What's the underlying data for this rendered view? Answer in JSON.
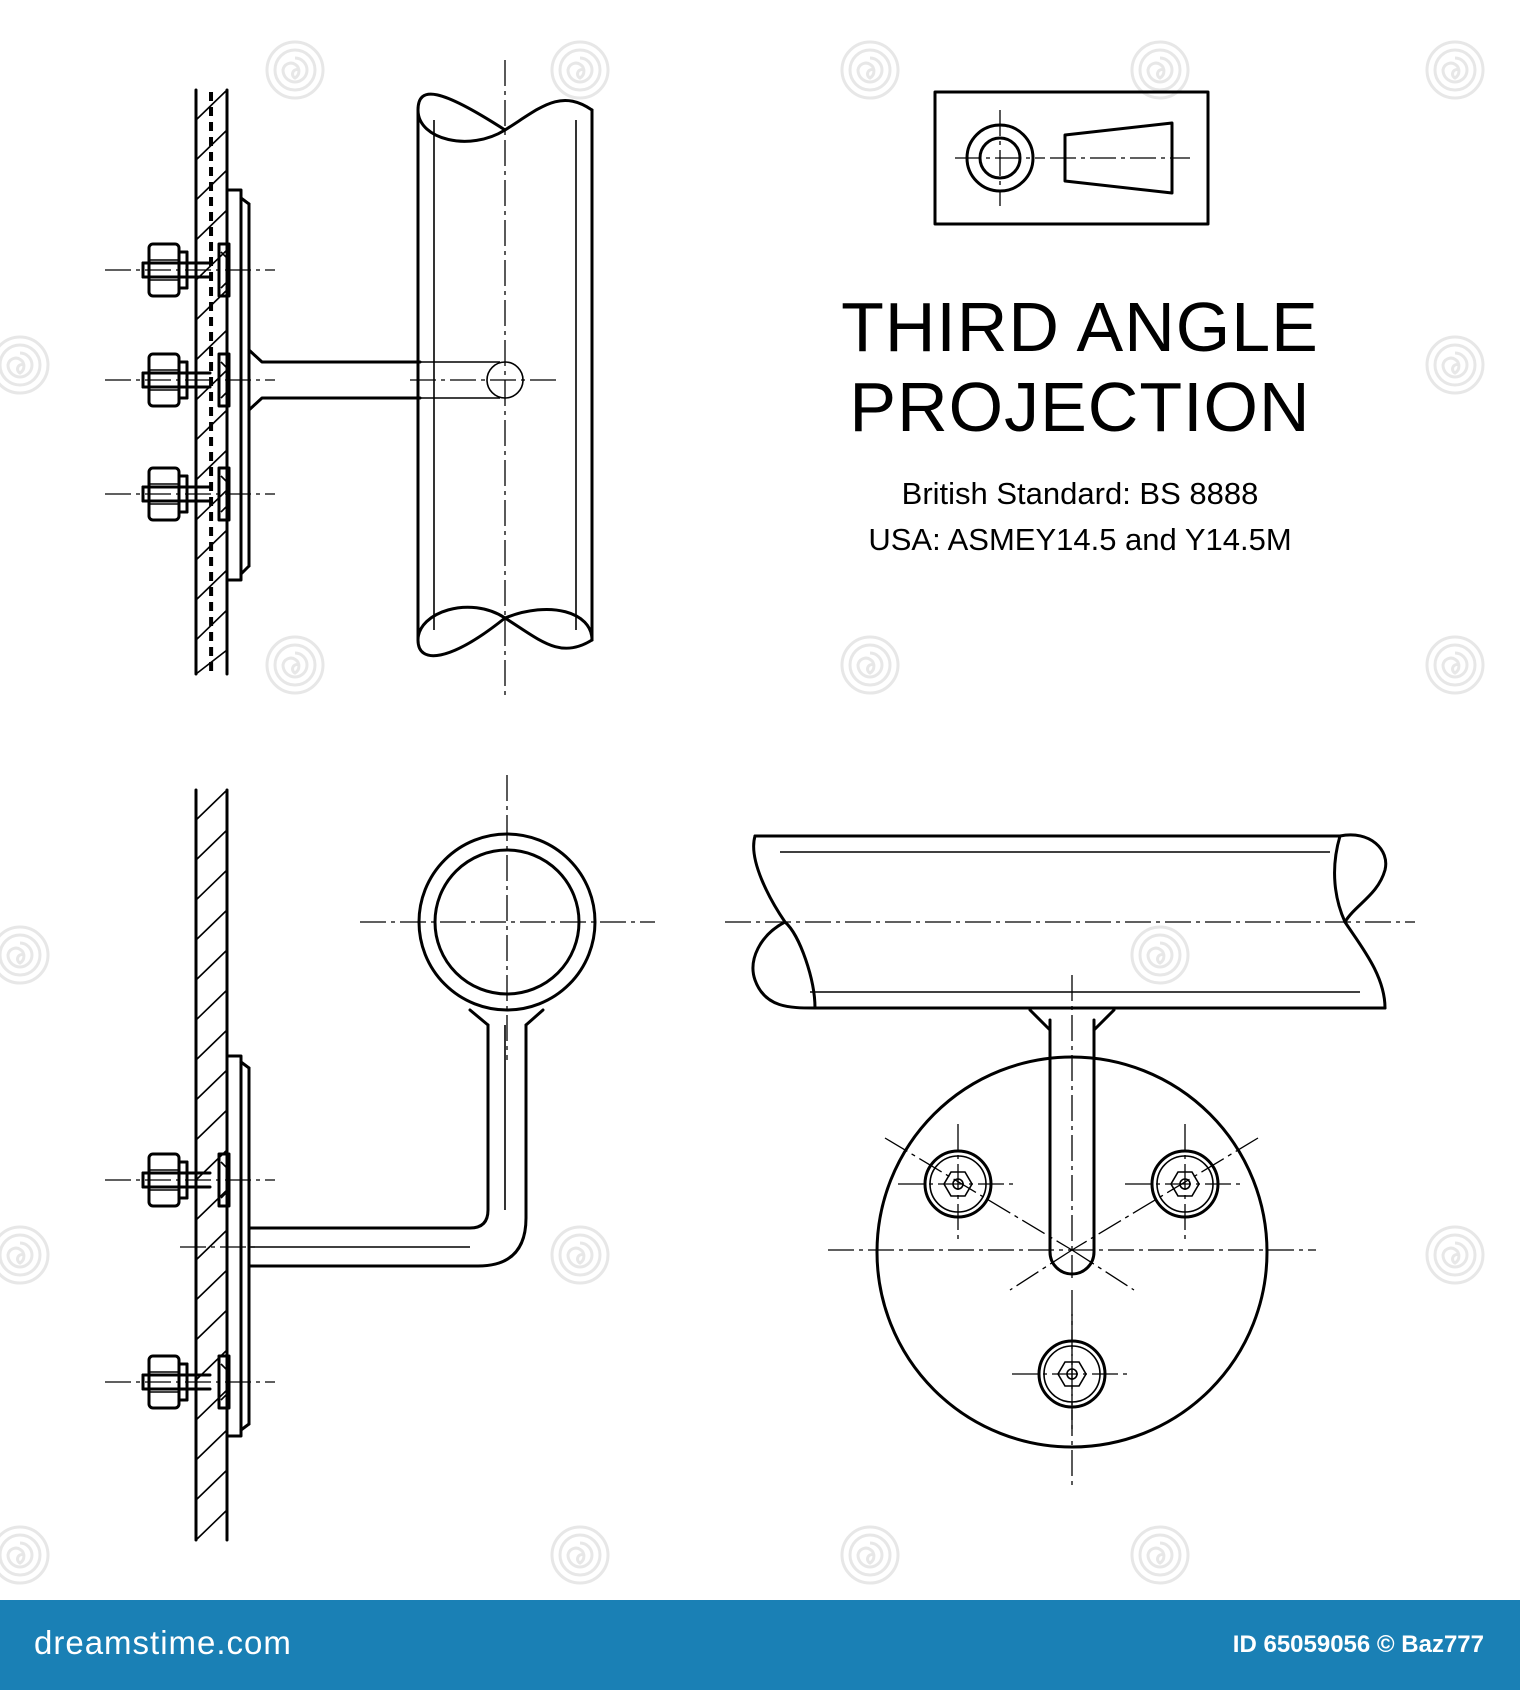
{
  "title_line1": "THIRD ANGLE",
  "title_line2": "PROJECTION",
  "standard_bs": "British Standard: BS 8888",
  "standard_usa": "USA: ASMEY14.5 and Y14.5M",
  "footer": {
    "brand": "dreamstime.com",
    "image_id": "ID 65059056 © Baz777",
    "background": "#1a80b5"
  },
  "icons": {
    "projection_symbol": "third-angle-projection-symbol-icon",
    "watermark": "spiral-watermark-icon"
  }
}
